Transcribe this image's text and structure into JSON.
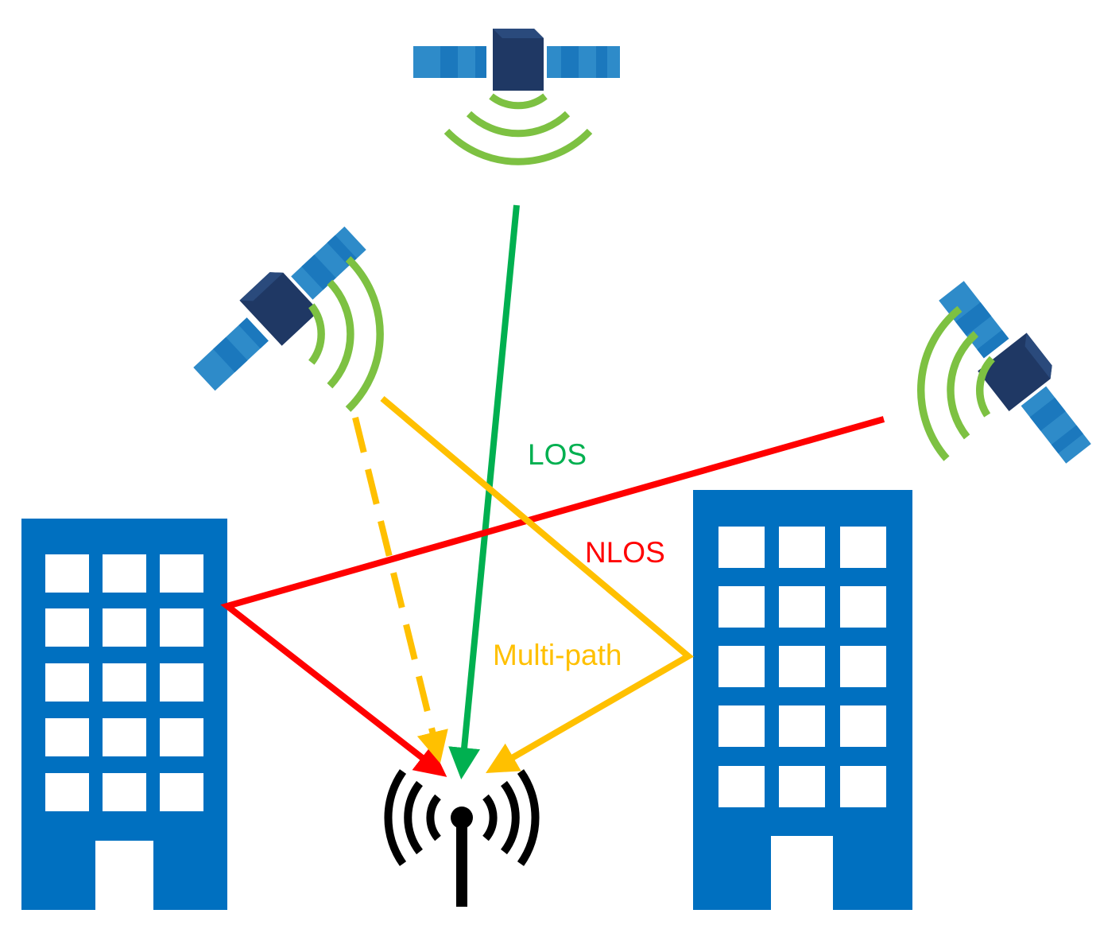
{
  "labels": {
    "los": "LOS",
    "nlos": "NLOS",
    "multipath": "Multi-path"
  },
  "colors": {
    "los": "#00b050",
    "nlos": "#ff0000",
    "multipath": "#ffc000",
    "building": "#0070c0",
    "satellite_body": "#1f3864",
    "solar_panel": "#2e8bc9",
    "signal_waves": "#7dc142",
    "antenna": "#000000"
  },
  "icons": [
    "satellite-icon",
    "signal-waves-icon",
    "building-icon",
    "antenna-icon"
  ]
}
